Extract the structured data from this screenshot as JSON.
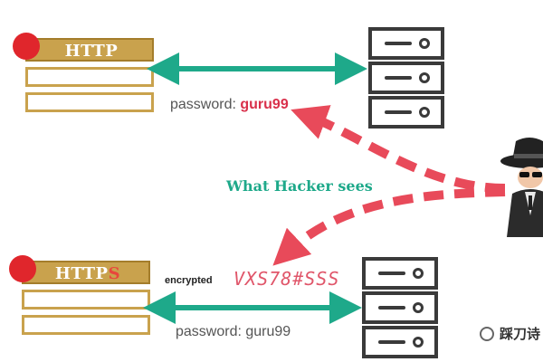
{
  "http_panel": {
    "protocol_main": "HTTP",
    "protocol_suffix": ""
  },
  "https_panel": {
    "protocol_main": "HTTP",
    "protocol_suffix": "S"
  },
  "http_password": {
    "prefix": "password: ",
    "value": "guru99"
  },
  "https_password": {
    "text": "password: guru99"
  },
  "hacker_caption": "What Hacker sees",
  "encrypted_label": "encrypted",
  "cipher_text": "VXS78#SSS",
  "watermark": "踩刀诗",
  "colors": {
    "panel_gold": "#c9a24d",
    "red_dot": "#e0262c",
    "arrow_teal": "#1ea98a",
    "dash_red": "#e84a5a",
    "server_dark": "#3a3a3a"
  },
  "icons": [
    "red-dot-icon",
    "server-icon",
    "hacker-icon",
    "wechat-icon"
  ]
}
